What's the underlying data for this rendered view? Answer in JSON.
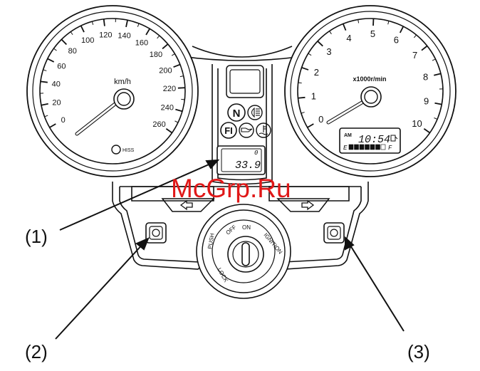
{
  "speedometer": {
    "unit": "km/h",
    "ticks": [
      "0",
      "20",
      "40",
      "60",
      "80",
      "100",
      "120",
      "140",
      "160",
      "180",
      "200",
      "220",
      "240",
      "260"
    ],
    "hiss_label": "HISS"
  },
  "tachometer": {
    "unit": "x1000r/min",
    "ticks": [
      "0",
      "1",
      "2",
      "3",
      "4",
      "5",
      "6",
      "7",
      "8",
      "9",
      "10"
    ],
    "clock_ampm": "AM",
    "clock_time": "10:54",
    "fuel_empty": "E",
    "fuel_full": "F",
    "fuel_level": 0.85
  },
  "center": {
    "neutral_indicator": "N",
    "fi_indicator": "FI",
    "odometer_mode": "0",
    "odometer_value": "33.9"
  },
  "ignition": {
    "off_label": "OFF",
    "on_label": "ON",
    "ignition_label": "IGNITION",
    "lock_label": "LOCK",
    "push_label": "PUSH"
  },
  "callouts": {
    "c1": "(1)",
    "c2": "(2)",
    "c3": "(3)"
  },
  "watermark": "McGrp.Ru"
}
